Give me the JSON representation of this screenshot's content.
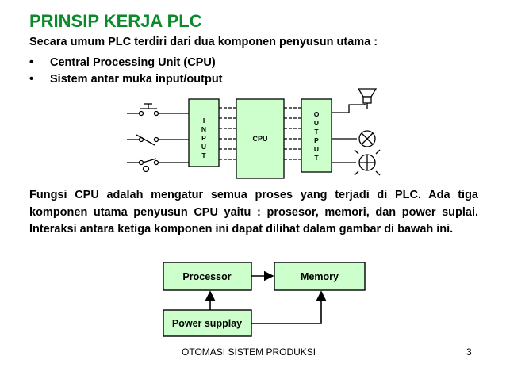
{
  "slide": {
    "title": "PRINSIP KERJA PLC",
    "intro": "Secara umum PLC terdiri dari dua komponen penyusun utama :",
    "bullets": [
      "Central Processing Unit (CPU)",
      "Sistem antar muka input/output"
    ],
    "paragraph": "Fungsi CPU adalah mengatur semua proses yang terjadi di PLC. Ada tiga komponen utama penyusun CPU yaitu : prosesor, memori, dan power suplai. Interaksi antara ketiga komponen ini dapat dilihat dalam gambar di bawah ini.",
    "footer": "OTOMASI SISTEM PRODUKSI",
    "page_number": "3"
  },
  "plc_diagram": {
    "input_letters": [
      "I",
      "N",
      "P",
      "U",
      "T"
    ],
    "cpu_label": "CPU",
    "output_letters": [
      "O",
      "U",
      "T",
      "P",
      "U",
      "T"
    ],
    "input_devices": [
      "pushbutton-switch",
      "closed-switch",
      "limit-switch"
    ],
    "output_devices": [
      "horn-icon",
      "lamp-icon",
      "indicator-lamp-icon"
    ]
  },
  "cpu_diagram": {
    "processor_label": "Processor",
    "memory_label": "Memory",
    "power_label": "Power supplay"
  },
  "colors": {
    "title": "#0a8a2a",
    "box_fill": "#ccffcc"
  }
}
